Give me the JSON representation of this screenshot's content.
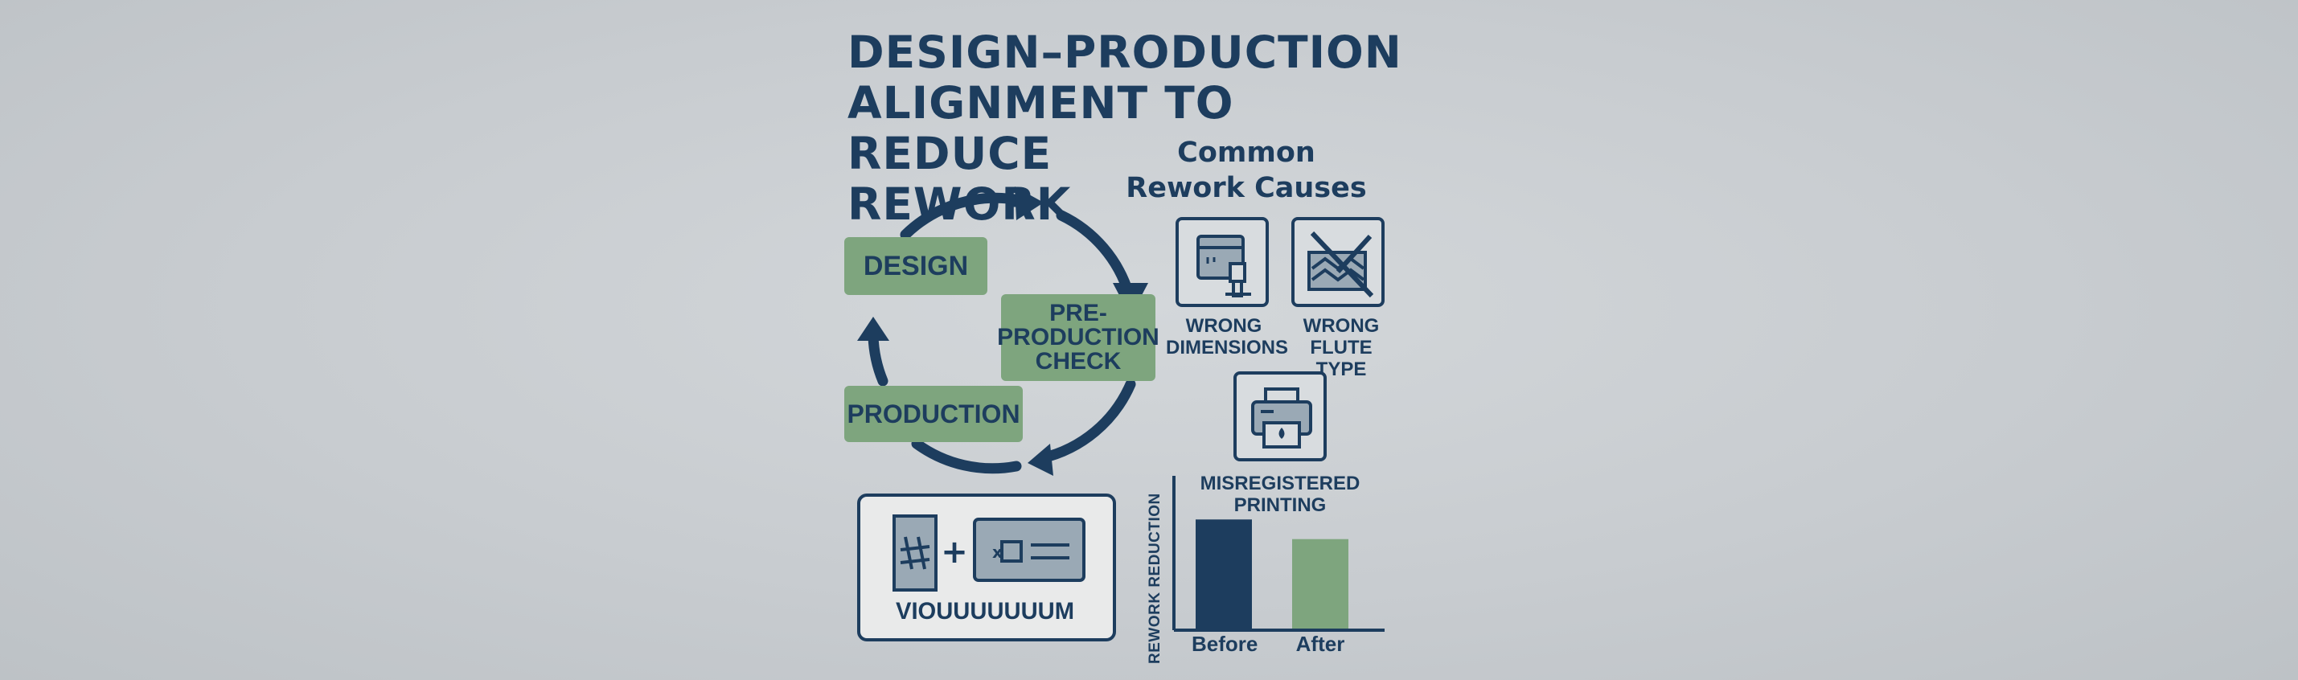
{
  "title": {
    "line1": "DESIGN–PRODUCTION",
    "line2": "ALIGNMENT TO REDUCE",
    "line3": "REWORK"
  },
  "cycle": {
    "stages": [
      "DESIGN",
      "PRE-",
      "PRODUCTION",
      "CHECK",
      "PRODUCTION"
    ]
  },
  "causes": {
    "heading_line1": "Common",
    "heading_line2": "Rework Causes",
    "items": [
      {
        "line1": "WRONG",
        "line2": "DIMENSIONS",
        "icon": "dimension-gauge-icon"
      },
      {
        "line1": "WRONG",
        "line2": "FLUTE TYPE",
        "icon": "flute-crossed-icon"
      },
      {
        "line1": "MISREGISTERED",
        "line2": "PRINTING",
        "icon": "printer-icon"
      }
    ]
  },
  "spec_card": {
    "caption": "VIOUUUUUUUM"
  },
  "chart_data": {
    "type": "bar",
    "categories": [
      "Before",
      "After"
    ],
    "values": [
      100,
      82
    ],
    "ylabel": "REWORK REDUCTION",
    "ylim": [
      0,
      140
    ],
    "colors": [
      "#1d3d5e",
      "#7ea57e"
    ],
    "grid": false
  },
  "colors": {
    "navy": "#1d3d5e",
    "green": "#7ea57e",
    "background": "#c8ccd0"
  }
}
